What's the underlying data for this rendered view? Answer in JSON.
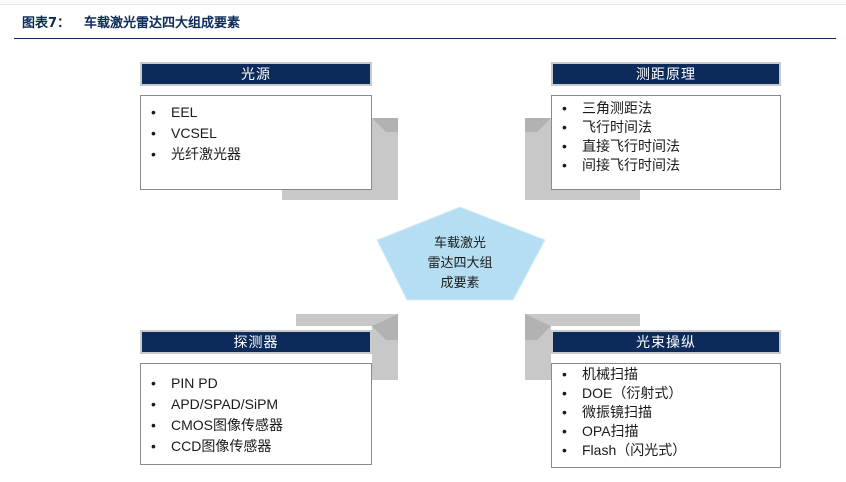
{
  "figure": {
    "number": "图表7：",
    "title": "车载激光雷达四大组成要素"
  },
  "center": {
    "lines": [
      "车载激光",
      "雷达四大组",
      "成要素"
    ]
  },
  "quadrants": {
    "top_left": {
      "header": "光源",
      "items": [
        "EEL",
        "VCSEL",
        "光纤激光器"
      ]
    },
    "top_right": {
      "header": "测距原理",
      "items": [
        "三角测距法",
        "飞行时间法",
        "直接飞行时间法",
        "间接飞行时间法"
      ]
    },
    "bottom_left": {
      "header": "探测器",
      "items": [
        "PIN PD",
        "APD/SPAD/SiPM",
        "CMOS图像传感器",
        "CCD图像传感器"
      ]
    },
    "bottom_right": {
      "header": "光束操纵",
      "items": [
        "机械扫描",
        "DOE（衍射式）",
        "微振镜扫描",
        "OPA扫描",
        "Flash（闪光式）"
      ]
    }
  },
  "colors": {
    "header_fill": "#0c2a5a",
    "title_text": "#0c2a5a",
    "connector_gray": "#c8c8c8",
    "center_fill": "#b6def2",
    "box_border": "#8a8a8a"
  }
}
